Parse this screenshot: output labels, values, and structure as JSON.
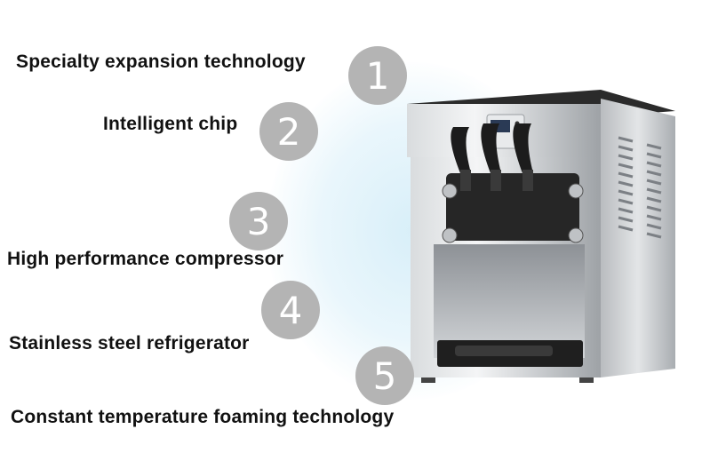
{
  "features": [
    {
      "number": "1",
      "label": "Specialty expansion technology"
    },
    {
      "number": "2",
      "label": "Intelligent chip"
    },
    {
      "number": "3",
      "label": "High performance compressor"
    },
    {
      "number": "4",
      "label": "Stainless steel refrigerator"
    },
    {
      "number": "5",
      "label": "Constant temperature foaming technology"
    }
  ],
  "product": {
    "type": "countertop soft serve ice cream machine",
    "dispensers": 3
  },
  "colors": {
    "badge": "#b4b4b4",
    "label_text": "#111111",
    "glow": "#d6eef8"
  }
}
